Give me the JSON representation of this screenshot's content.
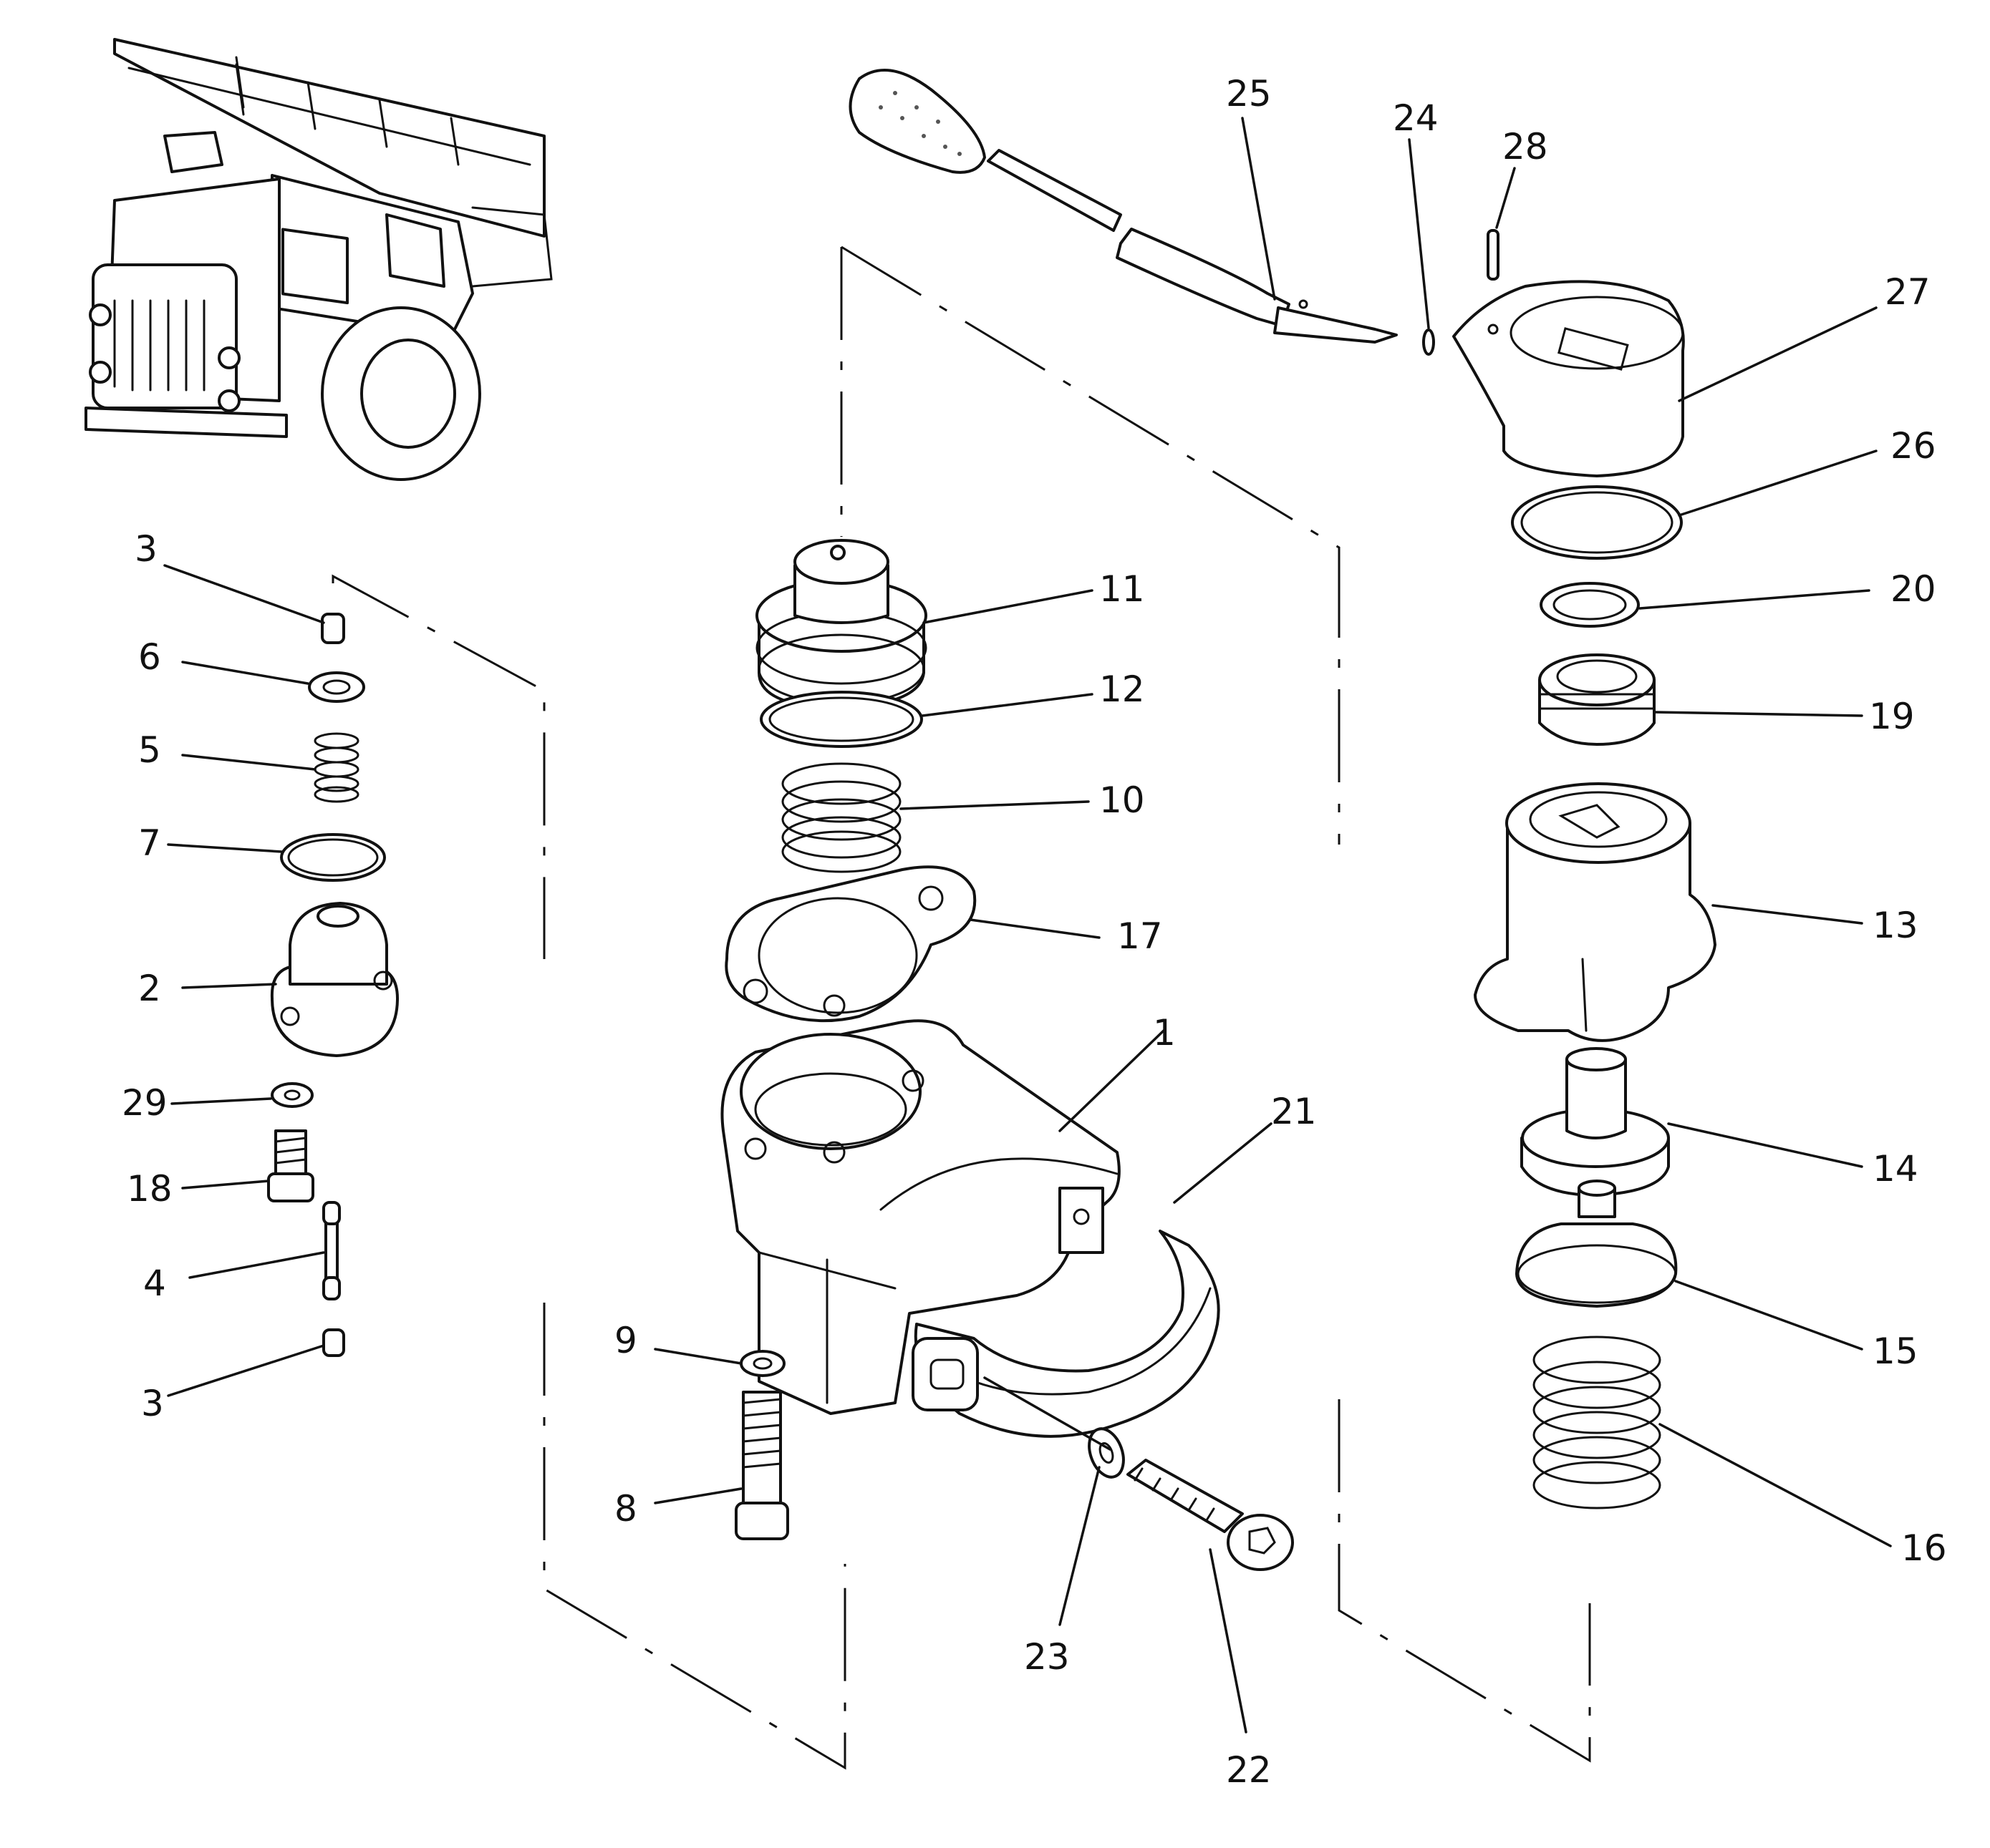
{
  "diagram": {
    "type": "exploded-parts-diagram",
    "inset_image": "dump-truck-front-view",
    "callouts": [
      {
        "id": "c3a",
        "label": "3"
      },
      {
        "id": "c6",
        "label": "6"
      },
      {
        "id": "c5",
        "label": "5"
      },
      {
        "id": "c7",
        "label": "7"
      },
      {
        "id": "c2",
        "label": "2"
      },
      {
        "id": "c29",
        "label": "29"
      },
      {
        "id": "c18",
        "label": "18"
      },
      {
        "id": "c4",
        "label": "4"
      },
      {
        "id": "c3b",
        "label": "3"
      },
      {
        "id": "c25",
        "label": "25"
      },
      {
        "id": "c24",
        "label": "24"
      },
      {
        "id": "c28",
        "label": "28"
      },
      {
        "id": "c27",
        "label": "27"
      },
      {
        "id": "c26",
        "label": "26"
      },
      {
        "id": "c20",
        "label": "20"
      },
      {
        "id": "c19",
        "label": "19"
      },
      {
        "id": "c13",
        "label": "13"
      },
      {
        "id": "c14",
        "label": "14"
      },
      {
        "id": "c15",
        "label": "15"
      },
      {
        "id": "c16",
        "label": "16"
      },
      {
        "id": "c11",
        "label": "11"
      },
      {
        "id": "c12",
        "label": "12"
      },
      {
        "id": "c10",
        "label": "10"
      },
      {
        "id": "c17",
        "label": "17"
      },
      {
        "id": "c1",
        "label": "1"
      },
      {
        "id": "c21",
        "label": "21"
      },
      {
        "id": "c9",
        "label": "9"
      },
      {
        "id": "c8",
        "label": "8"
      },
      {
        "id": "c23",
        "label": "23"
      },
      {
        "id": "c22",
        "label": "22"
      }
    ]
  }
}
